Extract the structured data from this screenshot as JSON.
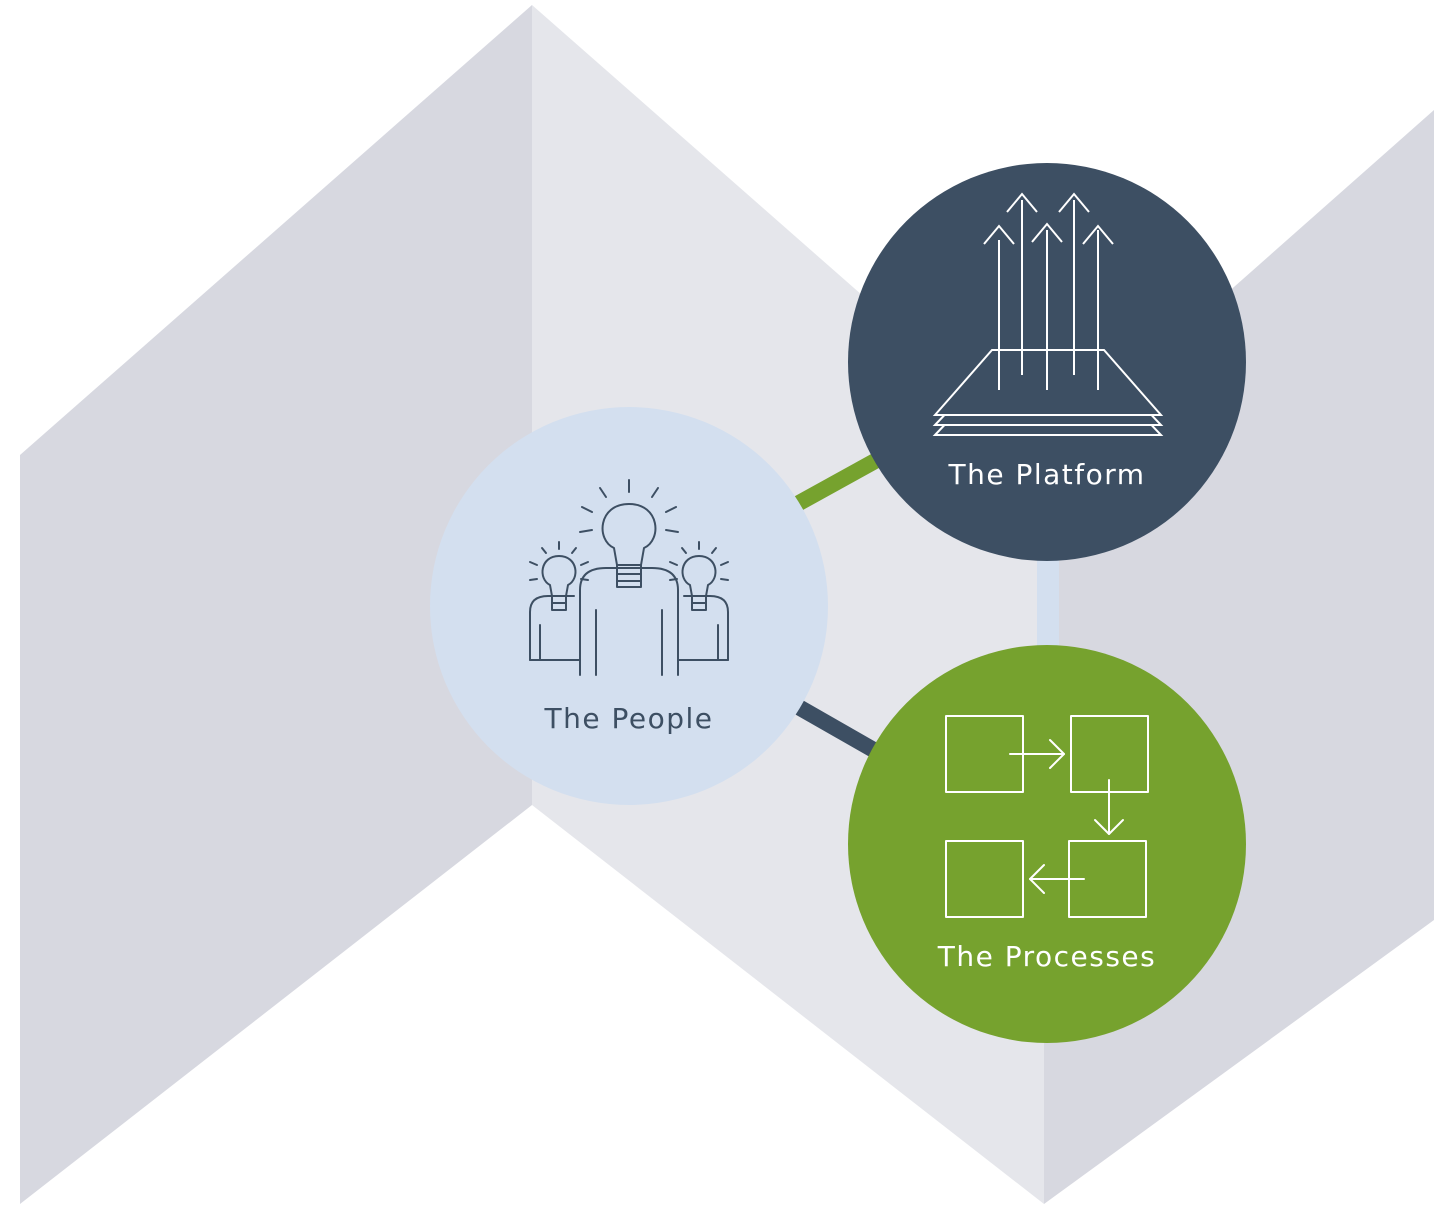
{
  "nodes": {
    "people": {
      "label": "The People",
      "fill": "#d3dfef",
      "text_color": "#3d4f63",
      "icon": "people-lightbulb-icon"
    },
    "platform": {
      "label": "The Platform",
      "fill": "#3d4f63",
      "text_color": "#ffffff",
      "icon": "layers-arrows-up-icon"
    },
    "processes": {
      "label": "The Processes",
      "fill": "#76a22e",
      "text_color": "#ffffff",
      "icon": "process-flow-icon"
    }
  },
  "connectors": {
    "people_platform": "#76a22e",
    "people_processes": "#3d4f63",
    "platform_processes": "#d3dfef"
  },
  "background": {
    "dark_panel": "#d7d8e0",
    "light_panel": "#e5e6eb",
    "base": "#ffffff"
  }
}
